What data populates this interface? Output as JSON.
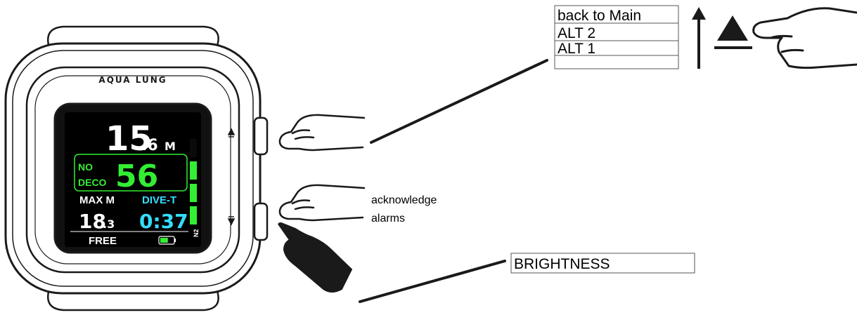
{
  "brand": {
    "name": "AQUA LUNG"
  },
  "display": {
    "depth_int": "15",
    "depth_dec": ".6",
    "depth_unit": "M",
    "ndl_label_1": "NO",
    "ndl_label_2": "DECO",
    "ndl_value": "56",
    "max_label": "MAX M",
    "max_int": "18",
    "max_dec": ".3",
    "divet_label": "DIVE-T",
    "divet_value": "0:37",
    "mode": "FREE",
    "gas_label": "N2",
    "n2_level": 0.75,
    "battery_level": 0.6
  },
  "callouts": {
    "up_menu": [
      "back to Main",
      "ALT 2",
      "ALT 1"
    ],
    "down_short": [
      "acknowledge",
      "alarms"
    ],
    "down_long": "BRIGHTNESS"
  },
  "colors": {
    "screen_bg": "#000000",
    "ndl_green": "#33ee33",
    "divet_cyan": "#33ddff",
    "lcd_white": "#ffffff",
    "ink": "#1a1a1a"
  }
}
